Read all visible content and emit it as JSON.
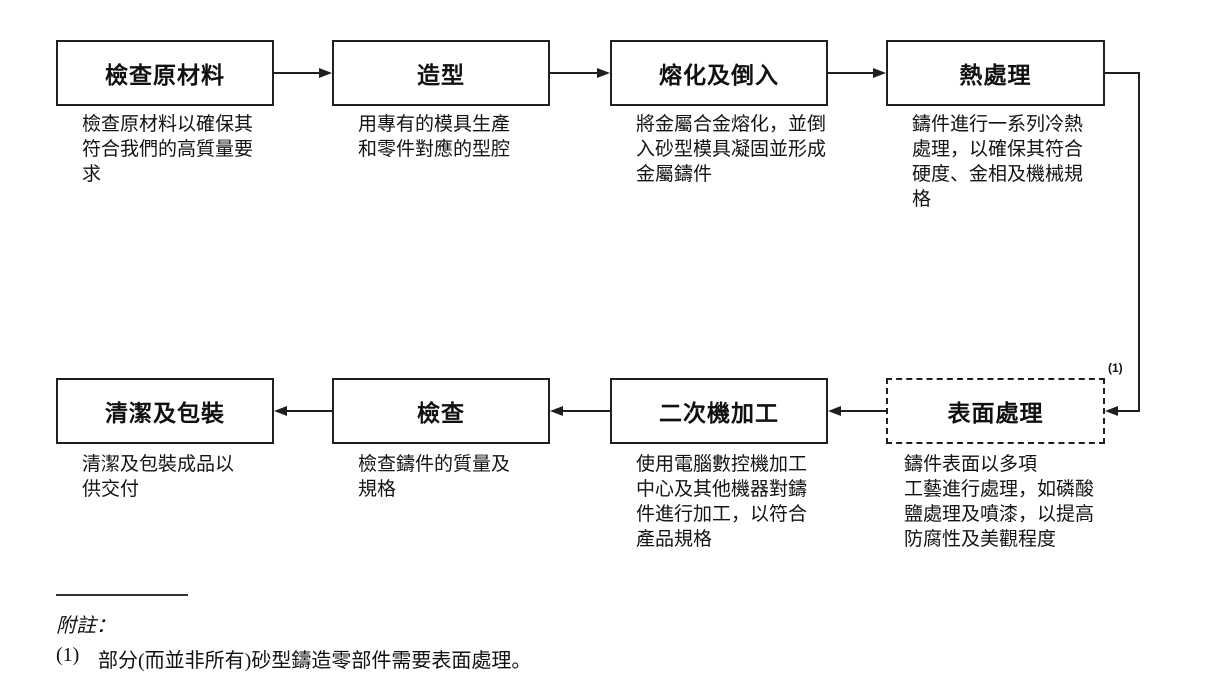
{
  "flowchart": {
    "top_row": [
      {
        "title": "檢查原材料",
        "description": "檢查原材料以確保其\n符合我們的高質量要\n求"
      },
      {
        "title": "造型",
        "description": "用專有的模具生產\n和零件對應的型腔"
      },
      {
        "title": "熔化及倒入",
        "description": "將金屬合金熔化，並倒\n入砂型模具凝固並形成\n金屬鑄件"
      },
      {
        "title": "熱處理",
        "description": "鑄件進行一系列冷熱\n處理，以確保其符合\n硬度、金相及機械規\n格"
      }
    ],
    "bottom_row": [
      {
        "title": "清潔及包裝",
        "description": "清潔及包裝成品以\n供交付"
      },
      {
        "title": "檢查",
        "description": "檢查鑄件的質量及\n規格"
      },
      {
        "title": "二次機加工",
        "description": "使用電腦數控機加工\n中心及其他機器對鑄\n件進行加工，以符合\n產品規格"
      },
      {
        "title": "表面處理",
        "description": "鑄件表面以多項\n工藝進行處理，如磷酸\n鹽處理及噴漆，以提高\n防腐性及美觀程度",
        "footnote_marker": "(1)"
      }
    ]
  },
  "note": {
    "label": "附註：",
    "items": [
      {
        "marker": "(1)",
        "text": "部分(而並非所有)砂型鑄造零部件需要表面處理。"
      }
    ]
  },
  "colors": {
    "line": "#1f1f1f",
    "background": "#ffffff",
    "text": "#141414"
  }
}
